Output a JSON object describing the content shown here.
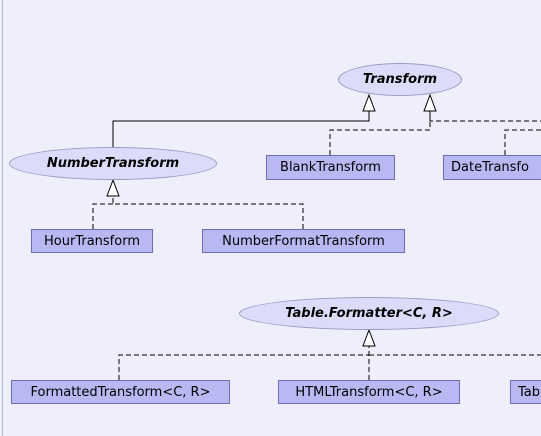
{
  "interfaces": {
    "transform": "Transform",
    "number_transform": "NumberTransform",
    "table_formatter": "Table.Formatter<C, R>"
  },
  "classes": {
    "blank_transform": "BlankTransform",
    "date_transform": "DateTransfo",
    "hour_transform": "HourTransform",
    "number_format_transform": "NumberFormatTransform",
    "formatted_transform": "FormattedTransform<C, R>",
    "html_transform": "HTMLTransform<C, R>",
    "table_truncated": "Tab"
  },
  "colors": {
    "background": "#efeffb",
    "interface_fill": "#dcdcfa",
    "class_fill": "#b8b8f2",
    "edge": "#000000"
  }
}
